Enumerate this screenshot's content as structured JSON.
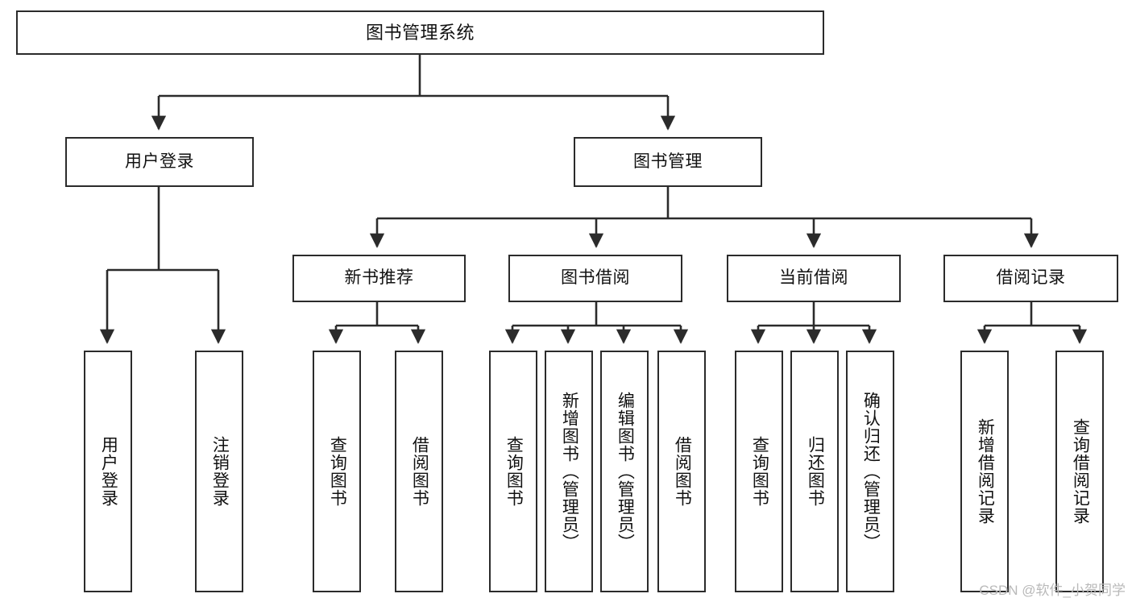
{
  "diagram": {
    "title": "图书管理系统",
    "type": "功能结构图",
    "watermark": "CSDN @软件_小贺同学",
    "colors": {
      "box_border": "#2b2b2b",
      "box_fill": "#ffffff",
      "edge": "#2b2b2b",
      "text": "#111111",
      "watermark": "#b9b9b9",
      "background": "#ffffff"
    },
    "nodes": {
      "root": {
        "label": "图书管理系统",
        "level": 1
      },
      "l2": [
        {
          "id": "user-login",
          "label": "用户登录",
          "level": 2
        },
        {
          "id": "book-manage",
          "label": "图书管理",
          "level": 2
        }
      ],
      "l3": [
        {
          "id": "new-book-recommend",
          "label": "新书推荐",
          "level": 3,
          "parent": "book-manage"
        },
        {
          "id": "book-borrow",
          "label": "图书借阅",
          "level": 3,
          "parent": "book-manage"
        },
        {
          "id": "current-borrow",
          "label": "当前借阅",
          "level": 3,
          "parent": "book-manage"
        },
        {
          "id": "borrow-record",
          "label": "借阅记录",
          "level": 3,
          "parent": "book-manage"
        }
      ],
      "leaves": [
        {
          "id": "leaf-user-login",
          "label": "用户登录",
          "parent": "user-login"
        },
        {
          "id": "leaf-user-logout",
          "label": "注销登录",
          "parent": "user-login"
        },
        {
          "id": "leaf-rec-query-book",
          "label": "查询图书",
          "parent": "new-book-recommend"
        },
        {
          "id": "leaf-rec-borrow-book",
          "label": "借阅图书",
          "parent": "new-book-recommend"
        },
        {
          "id": "leaf-borrow-query-book",
          "label": "查询图书",
          "parent": "book-borrow"
        },
        {
          "id": "leaf-borrow-add-book",
          "label": "新增图书（管理员）",
          "parent": "book-borrow"
        },
        {
          "id": "leaf-borrow-edit-book",
          "label": "编辑图书（管理员）",
          "parent": "book-borrow"
        },
        {
          "id": "leaf-borrow-borrow-book",
          "label": "借阅图书",
          "parent": "book-borrow"
        },
        {
          "id": "leaf-cur-query-book",
          "label": "查询图书",
          "parent": "current-borrow"
        },
        {
          "id": "leaf-cur-return-book",
          "label": "归还图书",
          "parent": "current-borrow"
        },
        {
          "id": "leaf-cur-confirm-return",
          "label": "确认归还（管理员）",
          "parent": "current-borrow"
        },
        {
          "id": "leaf-rec-add-record",
          "label": "新增借阅记录",
          "parent": "borrow-record"
        },
        {
          "id": "leaf-rec-query-record",
          "label": "查询借阅记录",
          "parent": "borrow-record"
        }
      ]
    }
  }
}
